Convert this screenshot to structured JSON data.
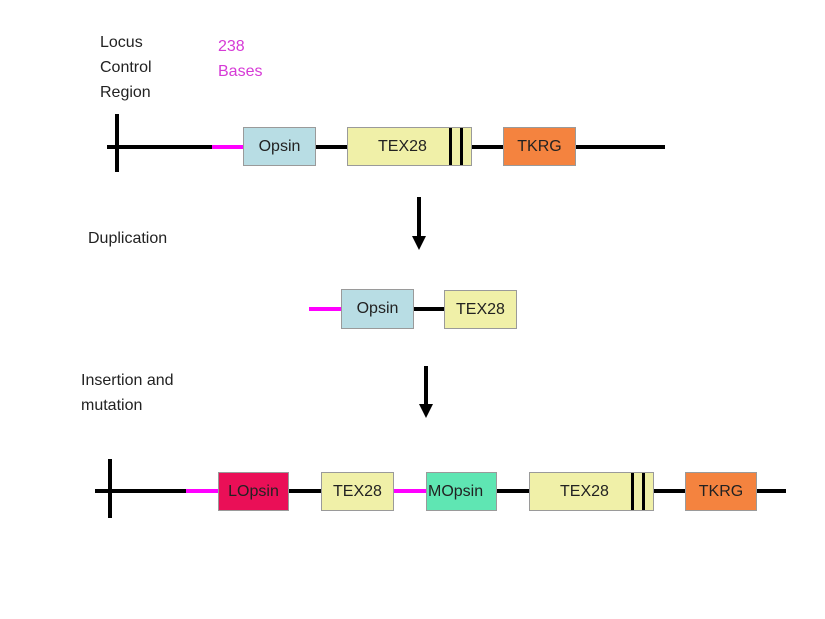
{
  "labels": {
    "lcr": [
      "Locus",
      "Control",
      "Region"
    ],
    "bases": [
      "238",
      "Bases"
    ],
    "duplication": "Duplication",
    "insertion": [
      "Insertion and",
      "mutation"
    ]
  },
  "colors": {
    "opsin": "#b8dde4",
    "tex28": "#f0f0a8",
    "tkrg": "#f4833f",
    "lopsin": "#ea0f57",
    "mopsin": "#5fe6b3",
    "linker": "#ff00ff",
    "line": "#000000"
  },
  "row1": {
    "genes": [
      {
        "name": "Opsin"
      },
      {
        "name": "TEX28"
      },
      {
        "name": "TKRG"
      }
    ]
  },
  "row2": {
    "genes": [
      {
        "name": "Opsin"
      },
      {
        "name": "TEX28"
      }
    ]
  },
  "row3": {
    "genes": [
      {
        "name": "LOpsin"
      },
      {
        "name": "TEX28"
      },
      {
        "name": "MOpsin"
      },
      {
        "name": "TEX28"
      },
      {
        "name": "TKRG"
      }
    ]
  }
}
